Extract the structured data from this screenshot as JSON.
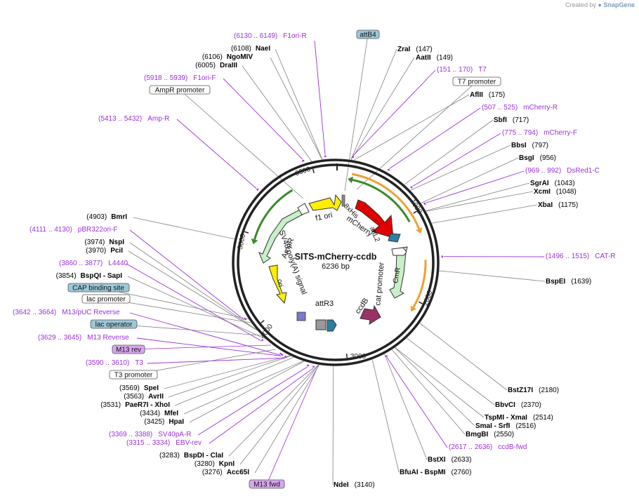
{
  "credit": {
    "created_by": "Created by",
    "app": "SnapGene"
  },
  "plasmid": {
    "name": "SITS-mCherry-ccdb",
    "size_label": "6236 bp",
    "length": 6236
  },
  "colors": {
    "enzyme": "#000000",
    "primer": "#9b30d9",
    "feature_box_blue": "#9cc8d8",
    "feature_box_purple": "#d8a6ee"
  },
  "ticks": [
    "1000",
    "2000",
    "3000",
    "4000",
    "5000",
    "6000"
  ],
  "enzymes": [
    {
      "name": "NaeI",
      "pos": "(6108)",
      "side": "left"
    },
    {
      "name": "NgoMIV",
      "pos": "(6106)",
      "side": "left"
    },
    {
      "name": "DraIII",
      "pos": "(6005)",
      "side": "left"
    },
    {
      "name": "ZraI",
      "pos": "(147)",
      "side": "right"
    },
    {
      "name": "AatII",
      "pos": "(149)",
      "side": "right"
    },
    {
      "name": "AflII",
      "pos": "(175)",
      "side": "right"
    },
    {
      "name": "SbfI",
      "pos": "(717)",
      "side": "right"
    },
    {
      "name": "BbsI",
      "pos": "(797)",
      "side": "right"
    },
    {
      "name": "BsgI",
      "pos": "(956)",
      "side": "right"
    },
    {
      "name": "SgrAI",
      "pos": "(1043)",
      "side": "right"
    },
    {
      "name": "XcmI",
      "pos": "(1048)",
      "side": "right"
    },
    {
      "name": "XbaI",
      "pos": "(1175)",
      "side": "right"
    },
    {
      "name": "BspEI",
      "pos": "(1639)",
      "side": "right"
    },
    {
      "name": "BstZ17I",
      "pos": "(2180)",
      "side": "right"
    },
    {
      "name": "BbvCI",
      "pos": "(2370)",
      "side": "right"
    },
    {
      "name": "TspMI - XmaI",
      "pos": "(2514)",
      "side": "right"
    },
    {
      "name": "SmaI - SrfI",
      "pos": "(2516)",
      "side": "right"
    },
    {
      "name": "BmgBI",
      "pos": "(2550)",
      "side": "right"
    },
    {
      "name": "BstXI",
      "pos": "(2633)",
      "side": "right"
    },
    {
      "name": "BfuAI - BspMI",
      "pos": "(2760)",
      "side": "right"
    },
    {
      "name": "NdeI",
      "pos": "(3140)",
      "side": "right"
    },
    {
      "name": "BmrI",
      "pos": "(4903)",
      "side": "left"
    },
    {
      "name": "NspI",
      "pos": "(3974)",
      "side": "left"
    },
    {
      "name": "PciI",
      "pos": "(3970)",
      "side": "left"
    },
    {
      "name": "BspQI - SapI",
      "pos": "(3854)",
      "side": "left"
    },
    {
      "name": "SpeI",
      "pos": "(3569)",
      "side": "left"
    },
    {
      "name": "AvrII",
      "pos": "(3563)",
      "side": "left"
    },
    {
      "name": "PaeR7I - XhoI",
      "pos": "(3531)",
      "side": "left"
    },
    {
      "name": "MfeI",
      "pos": "(3434)",
      "side": "left"
    },
    {
      "name": "HpaI",
      "pos": "(3425)",
      "side": "left"
    },
    {
      "name": "BspDI - ClaI",
      "pos": "(3283)",
      "side": "left"
    },
    {
      "name": "KpnI",
      "pos": "(3280)",
      "side": "left"
    },
    {
      "name": "Acc65I",
      "pos": "(3276)",
      "side": "left"
    }
  ],
  "primers": [
    {
      "name": "F1ori-R",
      "range": "(6130 .. 6149)"
    },
    {
      "name": "F1ori-F",
      "range": "(5918 .. 5939)"
    },
    {
      "name": "Amp-R",
      "range": "(5413 .. 5432)"
    },
    {
      "name": "T7",
      "range": "(151 .. 170)"
    },
    {
      "name": "mCherry-R",
      "range": "(507 .. 525)"
    },
    {
      "name": "mCherry-F",
      "range": "(775 .. 794)"
    },
    {
      "name": "DsRed1-C",
      "range": "(969 .. 992)"
    },
    {
      "name": "CAT-R",
      "range": "(1496 .. 1515)"
    },
    {
      "name": "pBR322ori-F",
      "range": "(4111 .. 4130)"
    },
    {
      "name": "L4440",
      "range": "(3860 .. 3877)"
    },
    {
      "name": "M13/pUC Reverse",
      "range": "(3642 .. 3664)"
    },
    {
      "name": "M13 Reverse",
      "range": "(3629 .. 3645)"
    },
    {
      "name": "T3",
      "range": "(3590 .. 3610)"
    },
    {
      "name": "SV40pA-R",
      "range": "(3369 .. 3388)"
    },
    {
      "name": "EBV-rev",
      "range": "(3315 .. 3334)"
    },
    {
      "name": "ccdB-fwd",
      "range": "(2617 .. 2636)"
    }
  ],
  "boxed_features": [
    {
      "name": "attB4",
      "style": "blue"
    },
    {
      "name": "T7 promoter",
      "style": "white"
    },
    {
      "name": "AmpR promoter",
      "style": "white"
    },
    {
      "name": "CAP binding site",
      "style": "blue"
    },
    {
      "name": "lac promoter",
      "style": "white"
    },
    {
      "name": "lac operator",
      "style": "blue"
    },
    {
      "name": "M13 rev",
      "style": "purple"
    },
    {
      "name": "T3 promoter",
      "style": "white"
    },
    {
      "name": "M13 fwd",
      "style": "purple"
    }
  ],
  "inner_features": [
    {
      "name": "f1 ori"
    },
    {
      "name": "8xHis"
    },
    {
      "name": "mCherry"
    },
    {
      "name": "attL2"
    },
    {
      "name": "AmpR"
    },
    {
      "name": "cat promoter"
    },
    {
      "name": "CmR"
    },
    {
      "name": "SV40 poly(A) signal"
    },
    {
      "name": "ori"
    },
    {
      "name": "attR3"
    },
    {
      "name": "ccdB"
    }
  ]
}
